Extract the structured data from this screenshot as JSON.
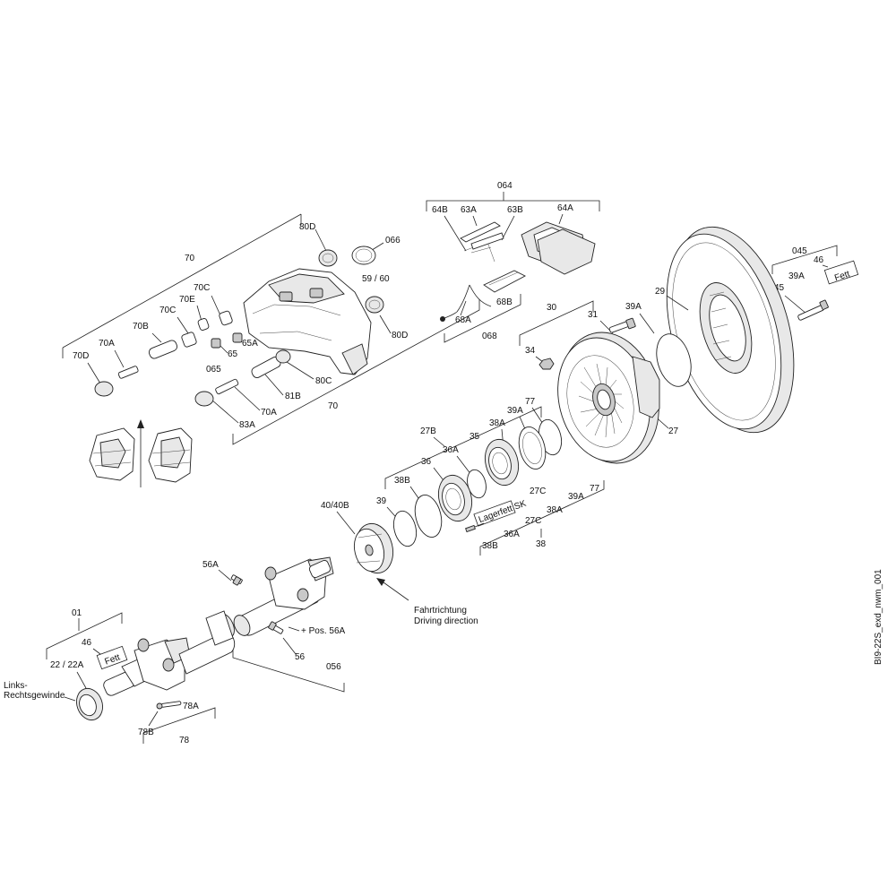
{
  "drawing_id": "BI9-22S_exd_nwm_001",
  "notes": {
    "fett_1": "Fett",
    "fett_2": "Fett",
    "lagerfett": "Lagerfett SK",
    "links_rechts_1": "Links-",
    "links_rechts_2": "Rechtsgewinde",
    "fahrtrichtung": "Fahrtrichtung",
    "driving_direction": "Driving direction",
    "pos_56a": "+ Pos. 56A"
  },
  "labels": {
    "l064": "064",
    "l64B": "64B",
    "l63A": "63A",
    "l63B": "63B",
    "l64A": "64A",
    "l68B": "68B",
    "l68A": "68A",
    "l068": "068",
    "l70top": "70",
    "l80D_a": "80D",
    "l066": "066",
    "l59_60": "59 /  60",
    "l80D_b": "80D",
    "l70C_a": "70C",
    "l70E": "70E",
    "l70C_b": "70C",
    "l70B": "70B",
    "l70A_a": "70A",
    "l70D": "70D",
    "l65A": "65A",
    "l65": "65",
    "l065": "065",
    "l80C": "80C",
    "l81B": "81B",
    "l70A_b": "70A",
    "l83A": "83A",
    "l70bot": "70",
    "l045": "045",
    "l46_a": "46",
    "l39A_a": "39A",
    "l45": "45",
    "l29": "29",
    "l39A_b": "39A",
    "l30": "30",
    "l31": "31",
    "l34": "34",
    "l27": "27",
    "l27B": "27B",
    "l77_a": "77",
    "l39A_c": "39A",
    "l38A_a": "38A",
    "l35": "35",
    "l36A_a": "36A",
    "l36": "36",
    "l38B_a": "38B",
    "l39": "39",
    "l27C_a": "27C",
    "l39A_d": "39A",
    "l77_b": "77",
    "l38A_b": "38A",
    "l27C_b": "27C",
    "l36A_b": "36A",
    "l38B_b": "38B",
    "l38": "38",
    "l40_40B": "40/40B",
    "l56A": "56A",
    "l56": "56",
    "l056": "056",
    "l01": "01",
    "l46_b": "46",
    "l22_22A": "22 / 22A",
    "l78A": "78A",
    "l78B": "78B",
    "l78": "78"
  }
}
